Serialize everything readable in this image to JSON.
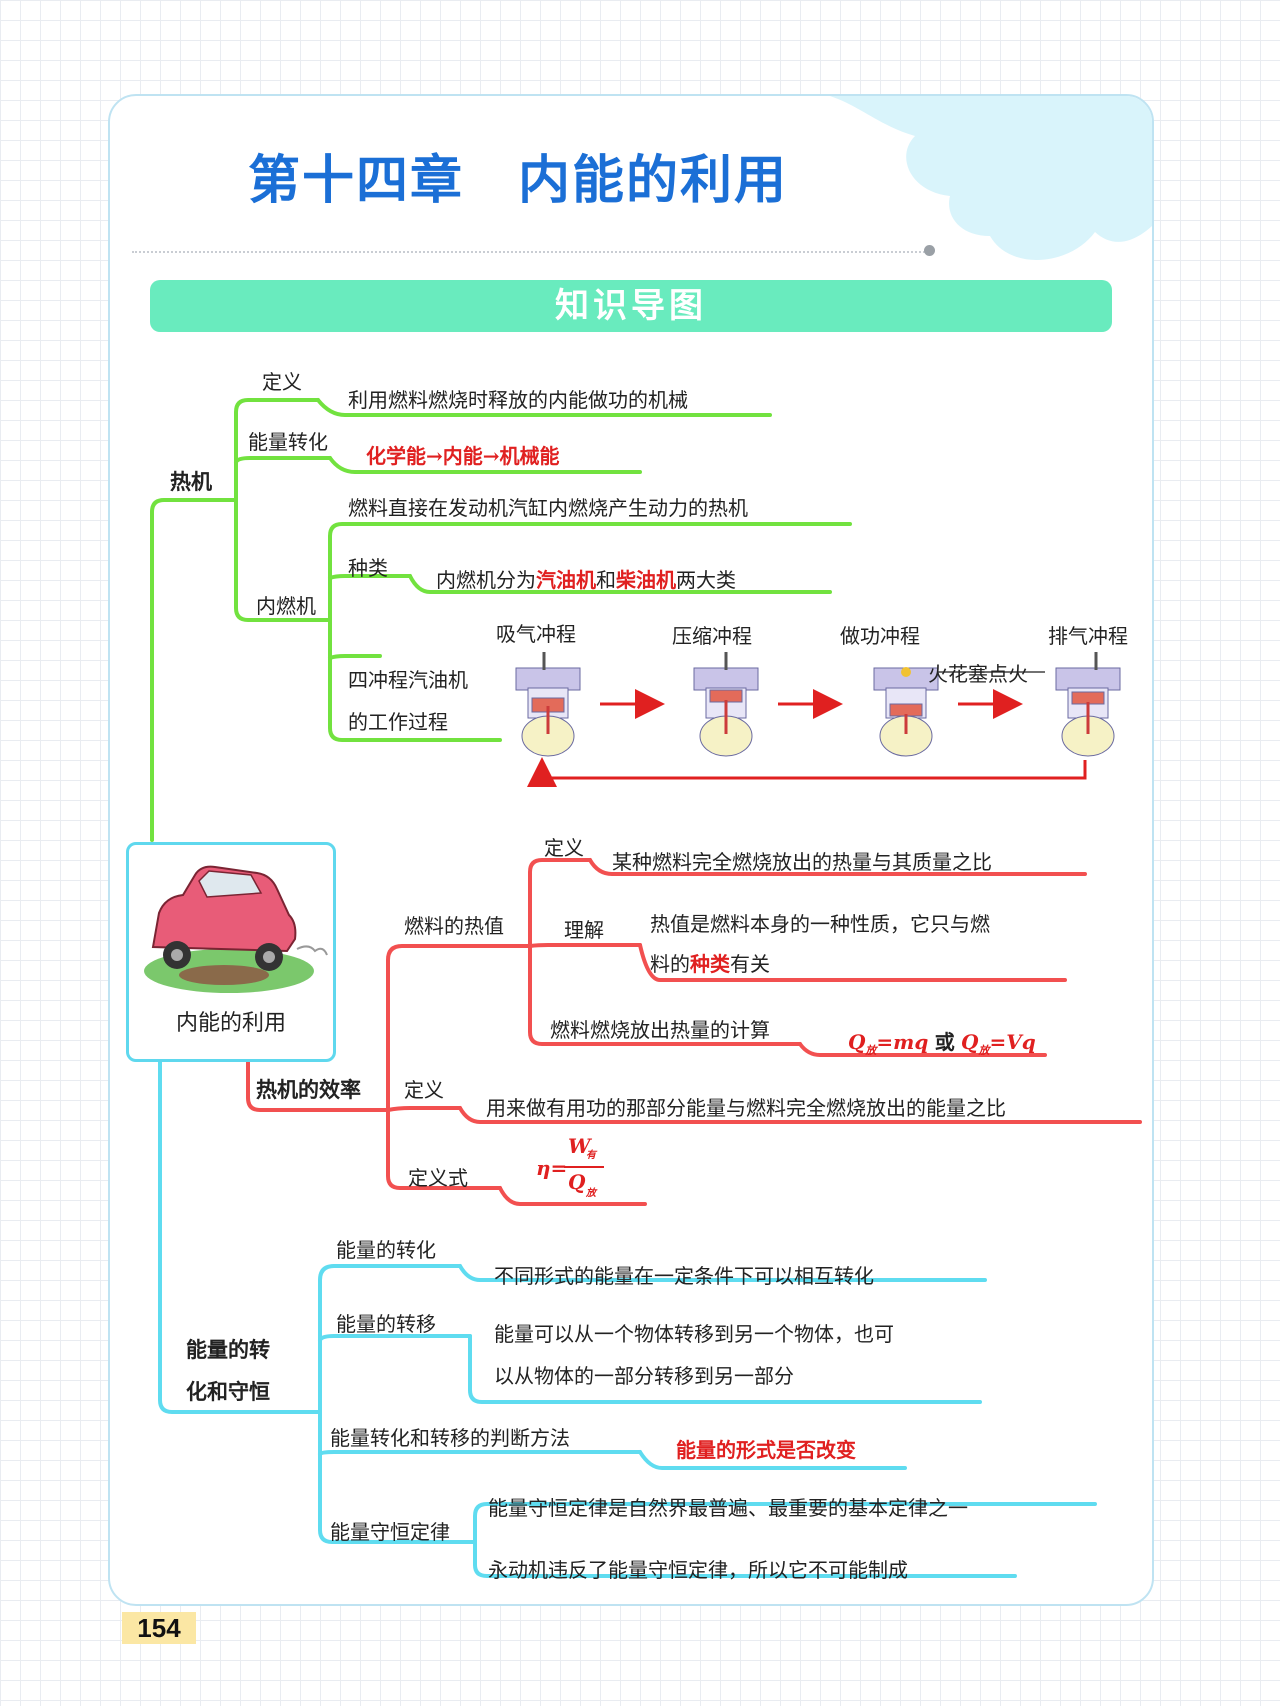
{
  "header": {
    "title": "第十四章　内能的利用",
    "banner": "知识导图",
    "page_number": "154"
  },
  "center": {
    "label": "内能的利用"
  },
  "heat_engine": {
    "label": "热机",
    "definition": {
      "label": "定义",
      "text": "利用燃料燃烧时释放的内能做功的机械"
    },
    "energy_conversion": {
      "label": "能量转化",
      "text": "化学能→内能→机械能"
    },
    "ice": {
      "label": "内燃机",
      "desc": "燃料直接在发动机汽缸内燃烧产生动力的热机",
      "types": {
        "label": "种类",
        "pre": "内燃机分为",
        "gasoline": "汽油机",
        "and": "和",
        "diesel": "柴油机",
        "post": "两大类"
      },
      "four_stroke": {
        "label_line1": "四冲程汽油机",
        "label_line2": "的工作过程",
        "strokes": [
          "吸气冲程",
          "压缩冲程",
          "做功冲程",
          "排气冲程"
        ],
        "spark_note": "火花塞点火"
      }
    }
  },
  "efficiency": {
    "fuel_heat_value": {
      "label": "燃料的热值",
      "definition": {
        "label": "定义",
        "text": "某种燃料完全燃烧放出的热量与其质量之比"
      },
      "understanding": {
        "label": "理解",
        "line1": "热值是燃料本身的一种性质，它只与燃",
        "line2_pre": "料的",
        "line2_red": "种类",
        "line2_post": "有关"
      },
      "calculation": {
        "label": "燃料燃烧放出热量的计算",
        "formula_a": "Q",
        "sub_a": "放",
        "eq_a": "=mq",
        "or": "或",
        "formula_b": "Q",
        "sub_b": "放",
        "eq_b": "=Vq"
      }
    },
    "label": "热机的效率",
    "definition": {
      "label": "定义",
      "text": "用来做有用功的那部分能量与燃料完全燃烧放出的能量之比"
    },
    "formula": {
      "label": "定义式",
      "eta": "η=",
      "num": "W",
      "num_sub": "有",
      "den": "Q",
      "den_sub": "放"
    }
  },
  "conservation": {
    "label_line1": "能量的转",
    "label_line2": "化和守恒",
    "conversion": {
      "label": "能量的转化",
      "text": "不同形式的能量在一定条件下可以相互转化"
    },
    "transfer": {
      "label": "能量的转移",
      "line1": "能量可以从一个物体转移到另一个物体，也可",
      "line2": "以从物体的一部分转移到另一部分"
    },
    "judge": {
      "label": "能量转化和转移的判断方法",
      "text": "能量的形式是否改变"
    },
    "law": {
      "label": "能量守恒定律",
      "line1": "能量守恒定律是自然界最普遍、最重要的基本定律之一",
      "line2": "永动机违反了能量守恒定律，所以它不可能制成"
    }
  },
  "colors": {
    "green": "#72e23f",
    "red": "#f25050",
    "cyan": "#5fdcf0",
    "title_blue": "#1b6fd6",
    "banner": "#69ebbe",
    "accent_red": "#e02020"
  }
}
